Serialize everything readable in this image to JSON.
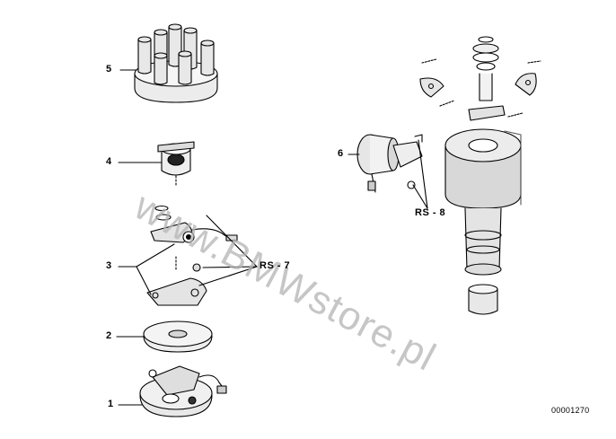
{
  "diagram": {
    "watermark": "www.BMWstore.pl",
    "reference_number": "00001270",
    "callouts": [
      {
        "id": "callout-1",
        "label": "1"
      },
      {
        "id": "callout-2",
        "label": "2"
      },
      {
        "id": "callout-3",
        "label": "3"
      },
      {
        "id": "callout-4",
        "label": "4"
      },
      {
        "id": "callout-5",
        "label": "5"
      },
      {
        "id": "callout-6",
        "label": "6"
      },
      {
        "id": "callout-rs7",
        "label": "RS - 7"
      },
      {
        "id": "callout-rs8",
        "label": "RS - 8"
      }
    ],
    "parts": [
      "distributor-cap",
      "rotor-arm",
      "contact-breaker-points",
      "dust-cover-plate",
      "breaker-base-plate",
      "vacuum-advance-unit",
      "distributor-housing"
    ]
  }
}
